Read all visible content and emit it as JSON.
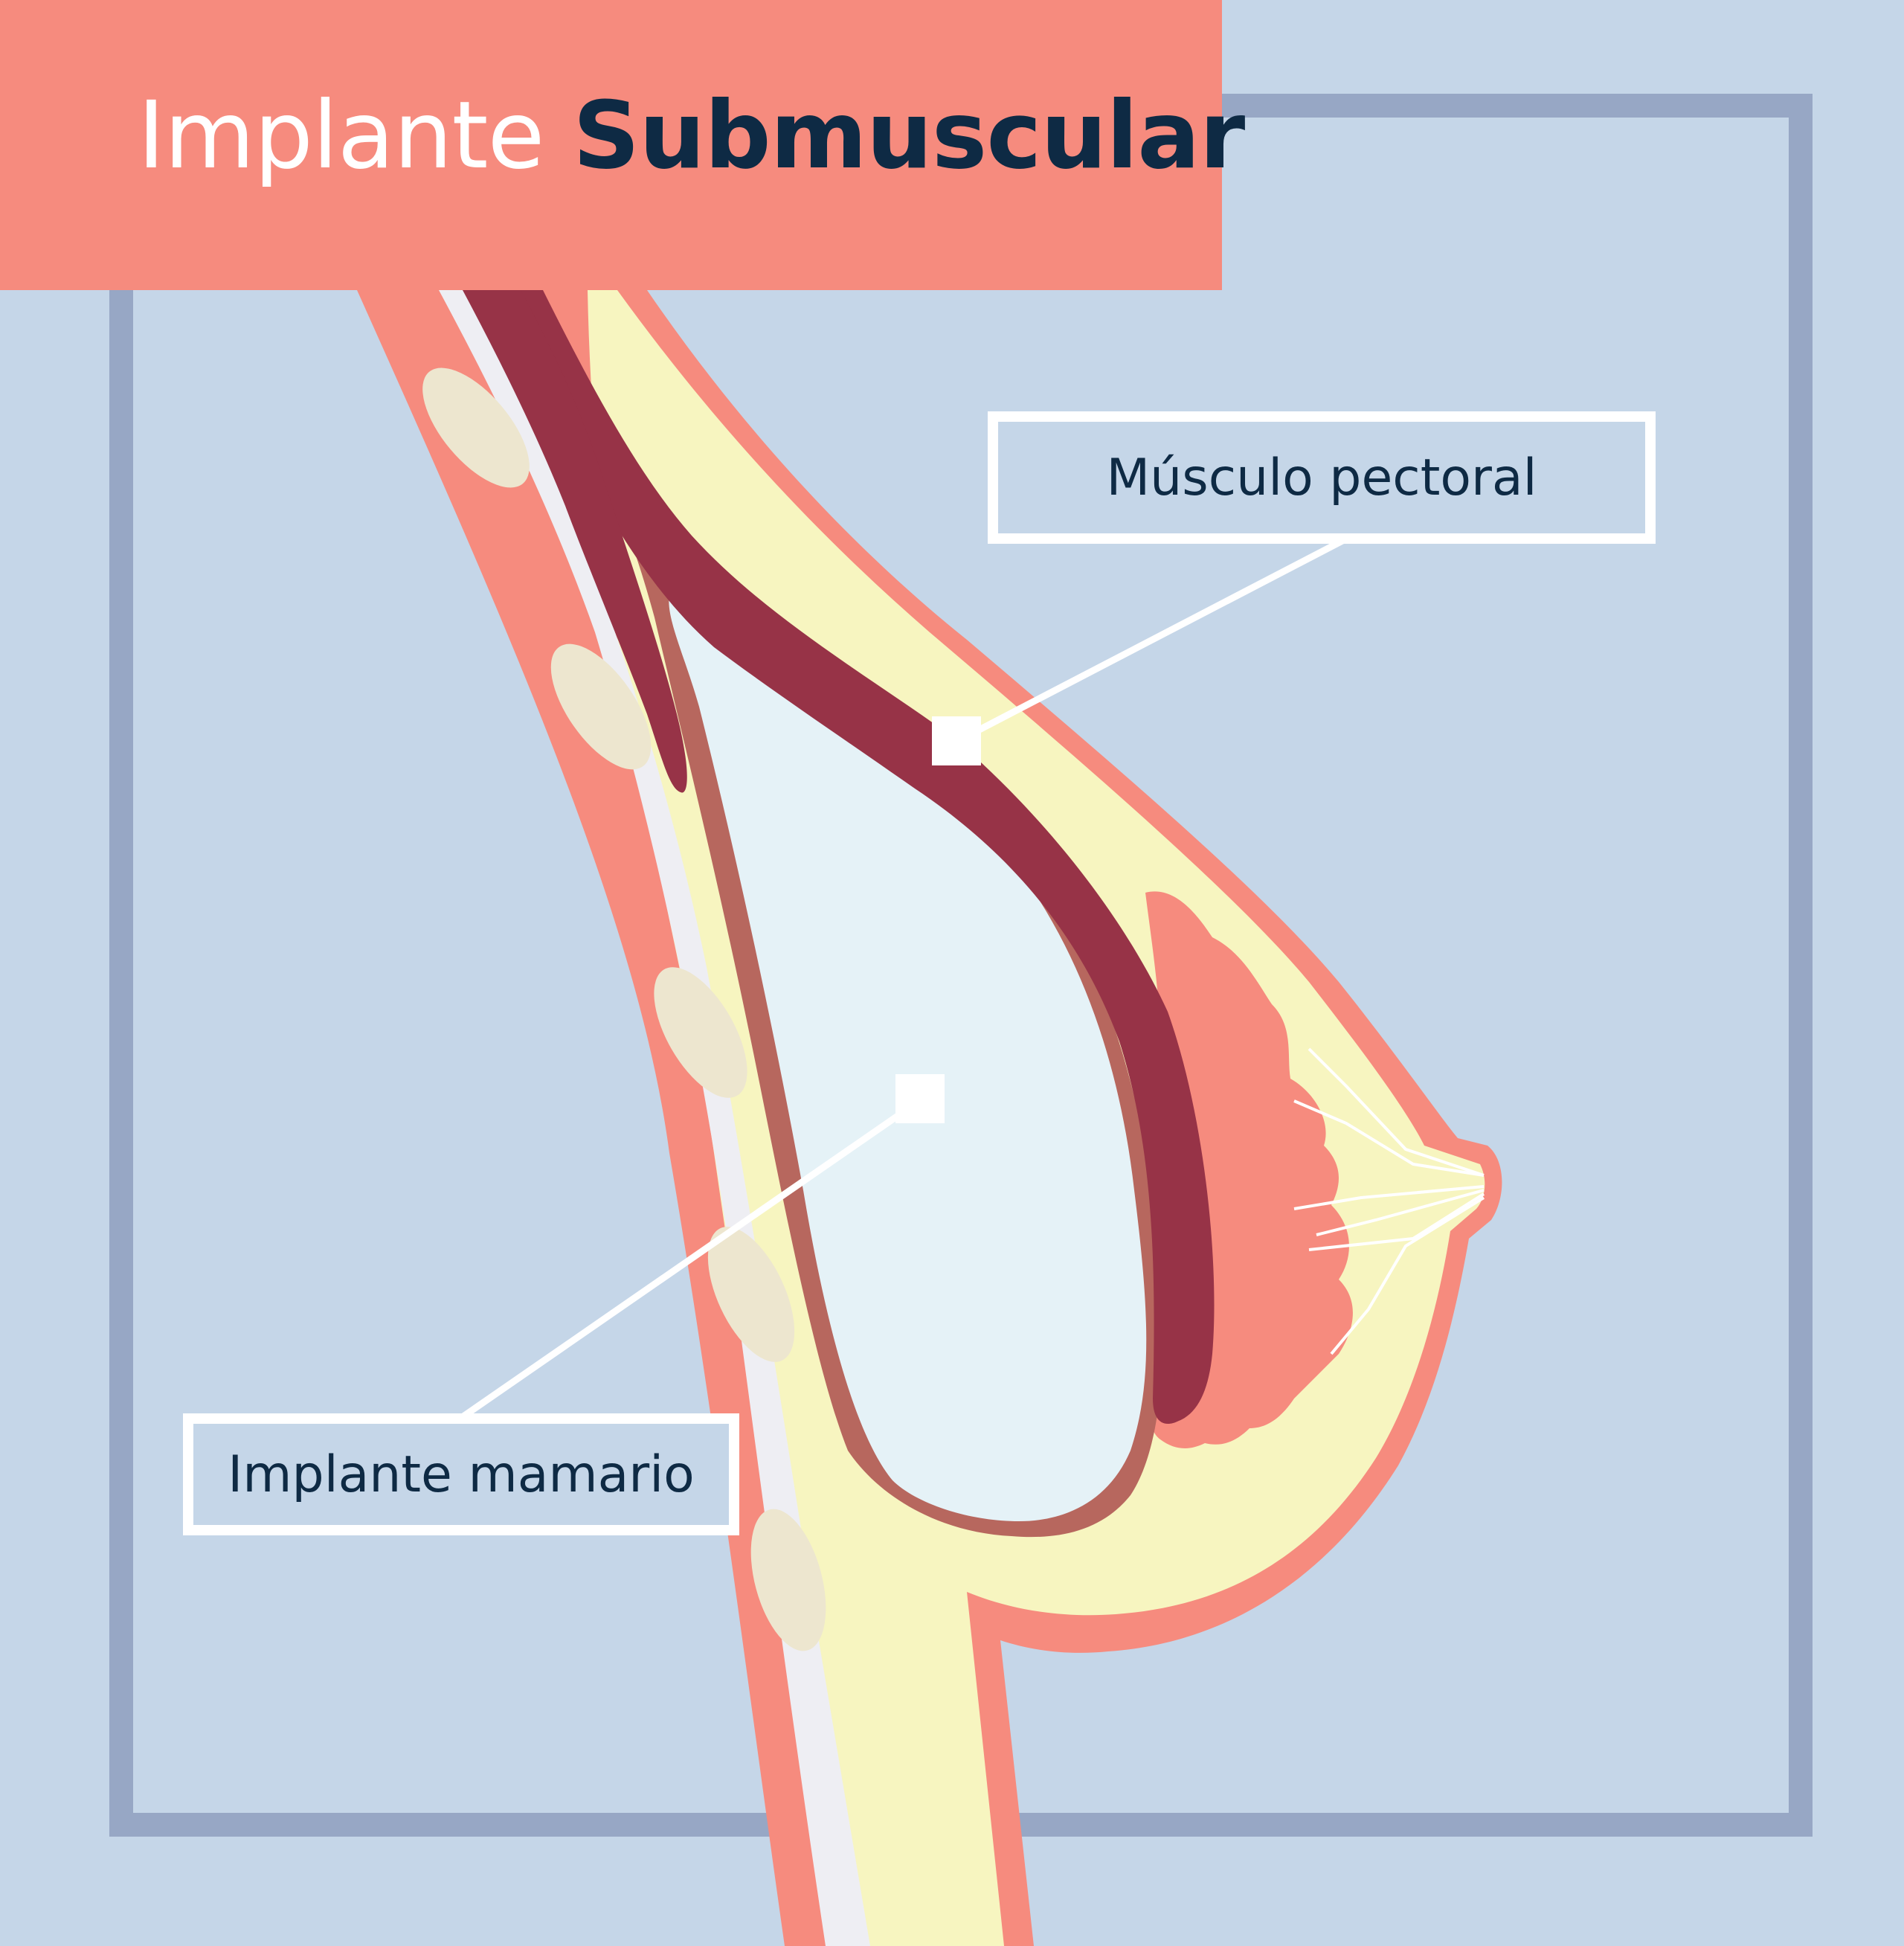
{
  "title": {
    "word1": "Implante",
    "word2": "Submuscular"
  },
  "labels": {
    "pectoral": "Músculo pectoral",
    "implant": "Implante mamario"
  },
  "colors": {
    "background": "#c5d6e8",
    "frame": "#97a7c5",
    "banner": "#f68b7e",
    "skin": "#f68b7e",
    "fat": "#f7f5c0",
    "muscle": "#973347",
    "implant_fill": "#e5f2f7",
    "implant_capsule": "#b7675e",
    "rib": "#ede6cf",
    "fascia": "#eeeef3",
    "title_dark": "#0e2a44"
  }
}
